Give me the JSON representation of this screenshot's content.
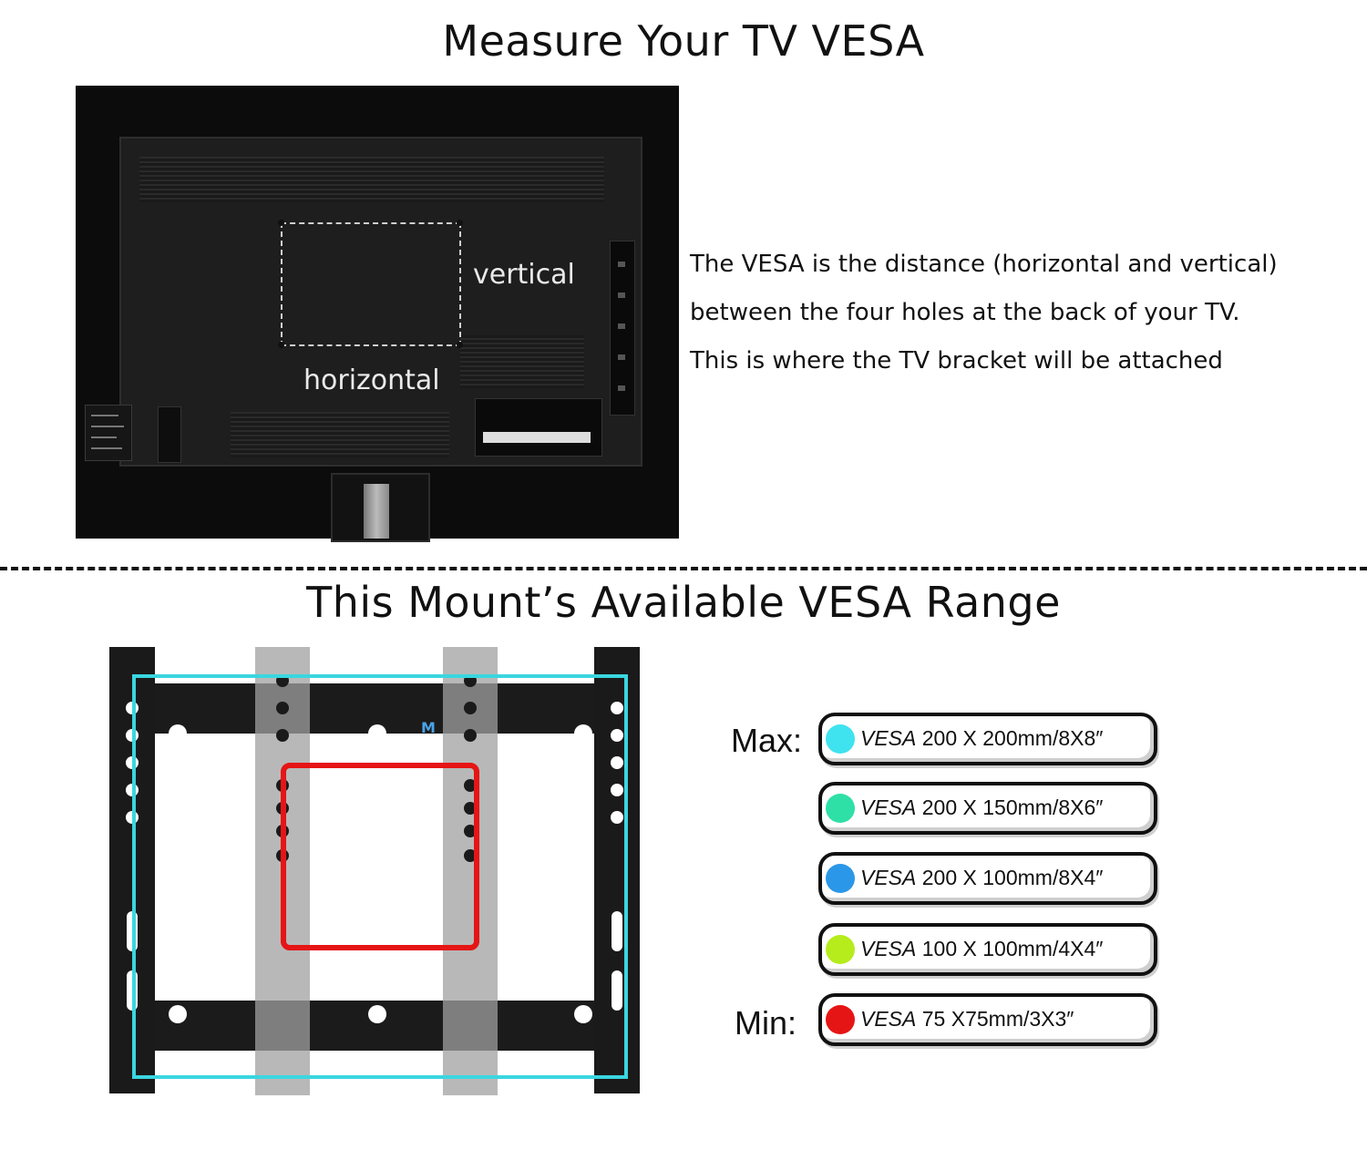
{
  "top_title": "Measure Your TV VESA",
  "tv": {
    "vertical_label": "vertical",
    "horizontal_label": "horizontal"
  },
  "description": [
    "The VESA is the distance (horizontal and vertical)",
    "between the four holes at the back of your TV.",
    "This is where the TV bracket will be attached"
  ],
  "bottom_title": "This Mount’s Available VESA Range",
  "mount": {
    "logo": "M"
  },
  "range": {
    "max_label": "Max:",
    "min_label": "Min:",
    "items": [
      {
        "prefix": "VESA",
        "text": "200 X 200mm/8X8″",
        "color": "#3fe3ef"
      },
      {
        "prefix": "VESA",
        "text": "200 X 150mm/8X6″",
        "color": "#2fe0a6"
      },
      {
        "prefix": "VESA",
        "text": "200 X 100mm/8X4″",
        "color": "#2b97e8"
      },
      {
        "prefix": "VESA",
        "text": "100 X 100mm/4X4″",
        "color": "#b6ec1c"
      },
      {
        "prefix": "VESA",
        "text": "75 X75mm/3X3″",
        "color": "#e61515"
      }
    ]
  }
}
